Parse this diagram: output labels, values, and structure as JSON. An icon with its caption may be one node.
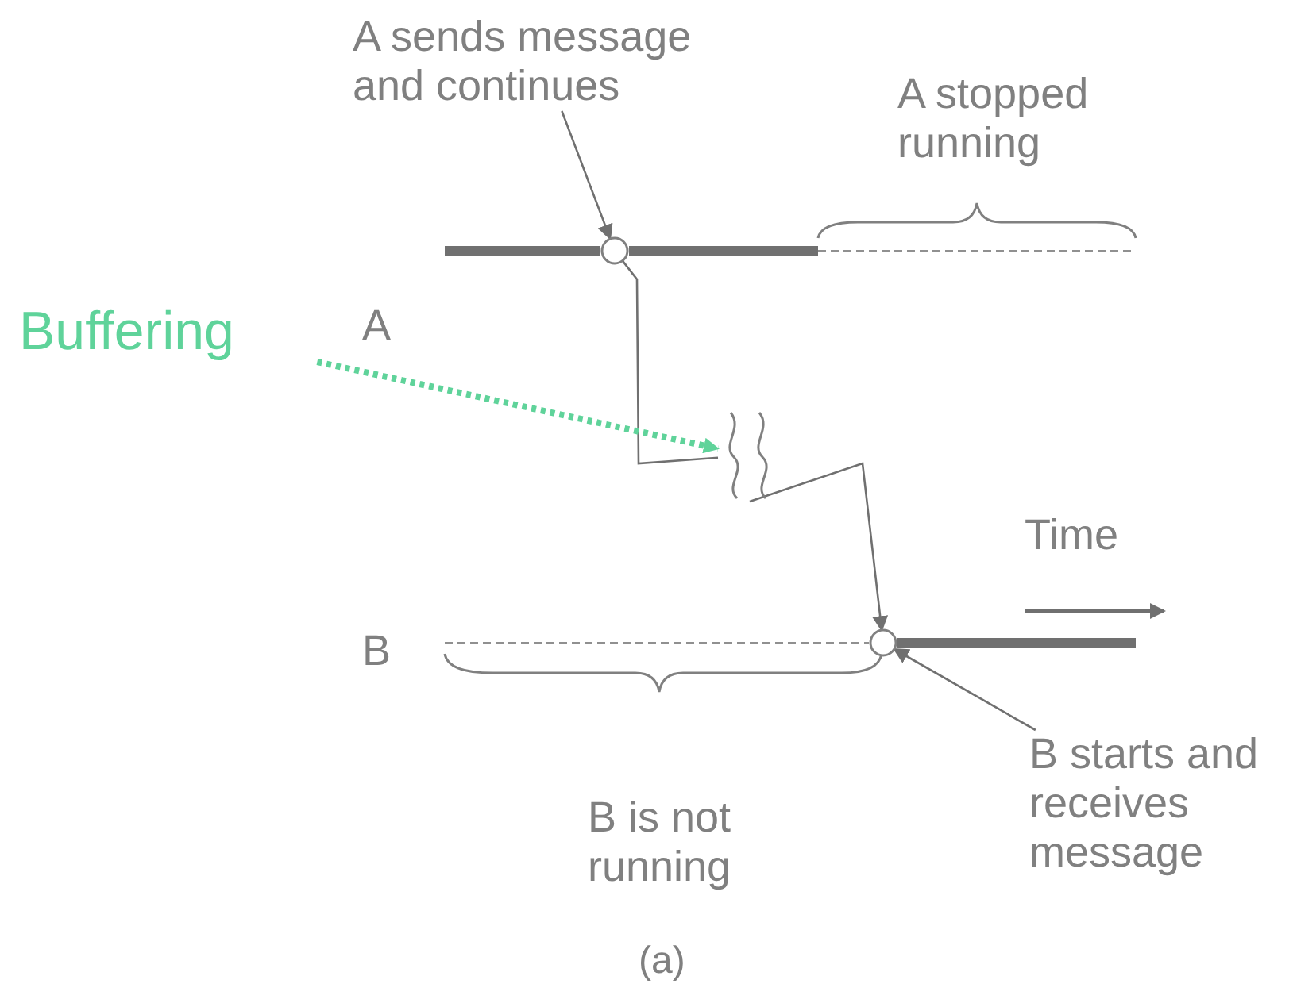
{
  "diagram": {
    "caption": "(a)",
    "nodes": [
      {
        "text": [
          "A sends message and continues"
        ]
      },
      {
        "text": [],
        "shape": "circle"
      },
      {
        "text": [],
        "shape": "circle"
      },
      {
        "text": [
          "B starts and receives message"
        ]
      },
      {
        "text": [
          "Buffering"
        ]
      },
      {
        "text": [],
        "shape": "break"
      }
    ],
    "edges": [
      {
        "from": 0,
        "to": 1,
        "arrow": "to"
      },
      {
        "from": 1,
        "to": 5,
        "arrow": "none"
      },
      {
        "from": 5,
        "to": 2,
        "arrow": "to"
      },
      {
        "from": 4,
        "to": 5,
        "arrow": "to",
        "style": "dashed",
        "color": "#5fd39a"
      },
      {
        "from": 3,
        "to": 2,
        "arrow": "to"
      }
    ],
    "labels": [
      "A",
      "A stopped running",
      "B",
      "B is not running",
      "Time"
    ]
  }
}
